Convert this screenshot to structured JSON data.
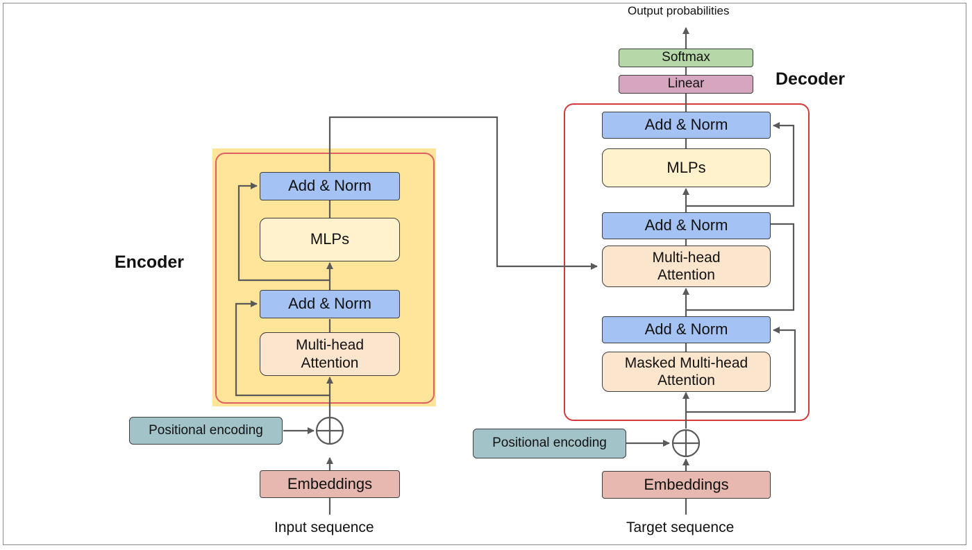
{
  "output_label": "Output probabilities",
  "encoder": {
    "title": "Encoder",
    "add_norm_top": "Add & Norm",
    "mlps": "MLPs",
    "add_norm_bottom": "Add & Norm",
    "attention": [
      "Multi-head",
      "Attention"
    ],
    "positional_encoding": "Positional encoding",
    "embeddings": "Embeddings",
    "input_label": "Input sequence"
  },
  "decoder": {
    "title": "Decoder",
    "softmax": "Softmax",
    "linear": "Linear",
    "add_norm_top": "Add & Norm",
    "mlps": "MLPs",
    "add_norm_mid": "Add & Norm",
    "cross_attention": [
      "Multi-head",
      "Attention"
    ],
    "add_norm_bottom": "Add & Norm",
    "masked_attention": [
      "Masked Multi-head",
      "Attention"
    ],
    "positional_encoding": "Positional encoding",
    "embeddings": "Embeddings",
    "target_label": "Target sequence"
  },
  "colors": {
    "add_norm": "#a4c2f4",
    "mlp": "#fff2cc",
    "attention": "#fce5cd",
    "embeddings": "#e6b8af",
    "positional_encoding": "#a2c4c9",
    "softmax": "#b6d7a8",
    "linear": "#d5a6bd",
    "encoder_background": "#ffe599",
    "block_border": "#d33a3a",
    "arrow": "#595959"
  }
}
